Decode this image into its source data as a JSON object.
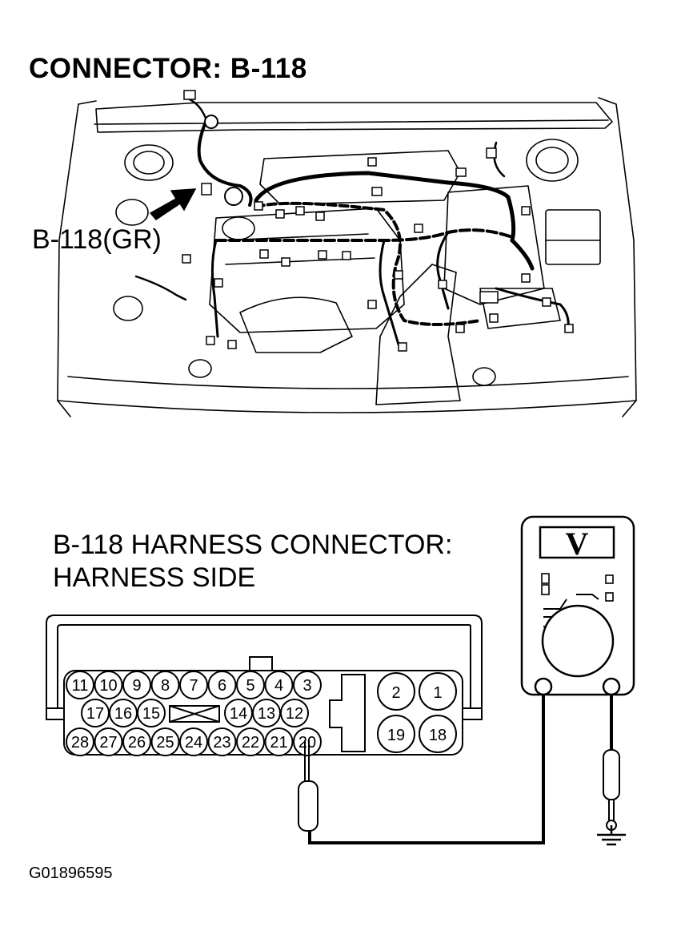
{
  "header": {
    "title": "CONNECTOR: B-118"
  },
  "engine_view": {
    "callout_label": "B-118(GR)"
  },
  "connector": {
    "title_line1": "B-118 HARNESS CONNECTOR:",
    "title_line2": "HARNESS SIDE",
    "row1_pins": [
      "11",
      "10",
      "9",
      "8",
      "7",
      "6",
      "5",
      "4",
      "3"
    ],
    "row2_pins": [
      "17",
      "16",
      "15",
      "14",
      "13",
      "12"
    ],
    "row3_pins": [
      "28",
      "27",
      "26",
      "25",
      "24",
      "23",
      "22",
      "21",
      "20"
    ],
    "large_pins_top": [
      "2",
      "1"
    ],
    "large_pins_bottom": [
      "19",
      "18"
    ]
  },
  "meter": {
    "mode_symbol": "V"
  },
  "footer": {
    "figure_id": "G01896595"
  }
}
